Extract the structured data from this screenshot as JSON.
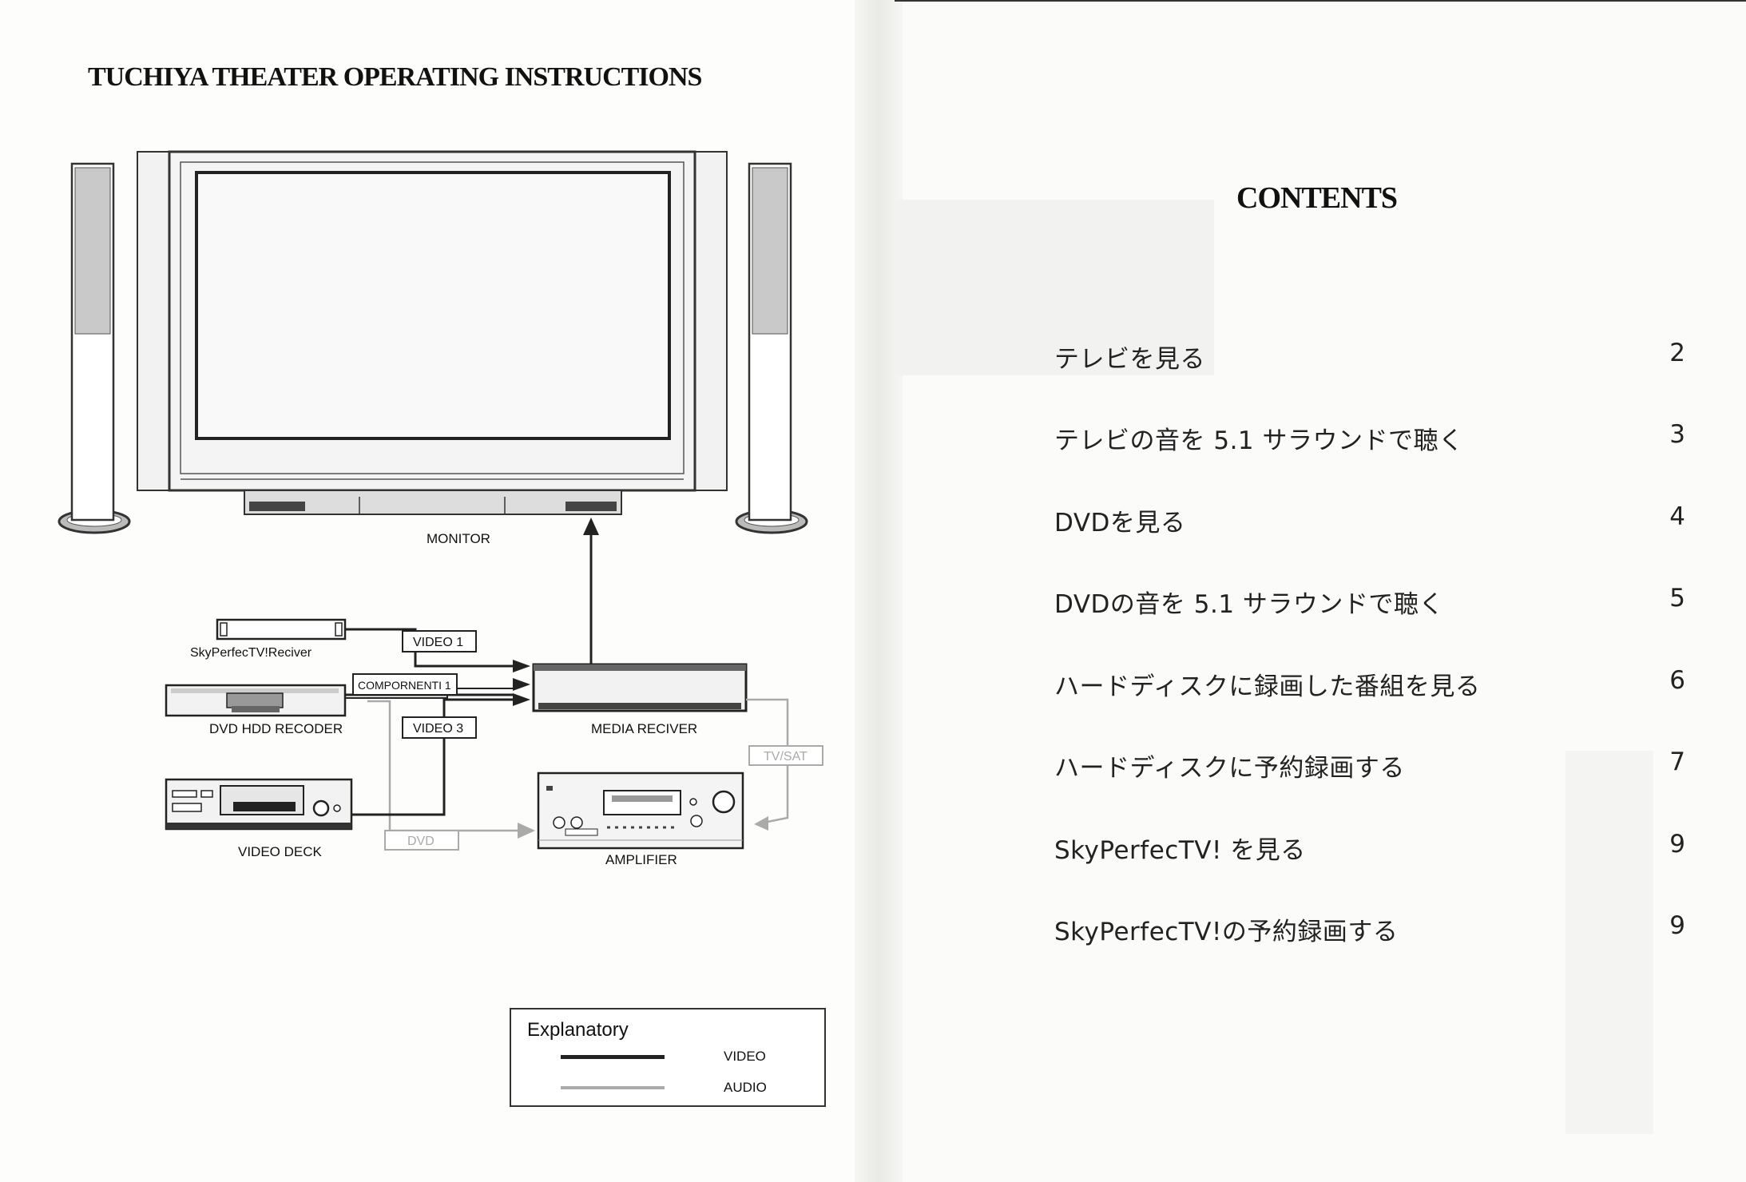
{
  "document": {
    "title": "TUCHIYA   THEATER OPERATING INSTRUCTIONS"
  },
  "diagram": {
    "devices": {
      "monitor": "MONITOR",
      "sky_receiver": "SkyPerfecTV!Reciver",
      "dvd_recorder": "DVD HDD RECODER",
      "media_receiver": "MEDIA RECIVER",
      "video_deck": "VIDEO DECK",
      "amplifier": "AMPLIFIER"
    },
    "connections": {
      "video1": "VIDEO 1",
      "component1": "COMPORNENTI 1",
      "video3": "VIDEO 3",
      "tv_sat": "TV/SAT",
      "dvd": "DVD"
    },
    "legend": {
      "title": "Explanatory",
      "video": "VIDEO",
      "audio": "AUDIO"
    },
    "colors": {
      "video_line": "#222222",
      "audio_line": "#aaaaaa"
    }
  },
  "contents": {
    "title": "CONTENTS",
    "items": [
      {
        "text": "テレビを見る",
        "page": "2"
      },
      {
        "text": "テレビの音を 5.1 サラウンドで聴く",
        "page": "3"
      },
      {
        "text": "DVDを見る",
        "page": "4"
      },
      {
        "text": "DVDの音を 5.1 サラウンドで聴く",
        "page": "5"
      },
      {
        "text": "ハードディスクに録画した番組を見る",
        "page": "6"
      },
      {
        "text": "ハードディスクに予約録画する",
        "page": "7"
      },
      {
        "text": "SkyPerfecTV! を見る",
        "page": "9"
      },
      {
        "text": "SkyPerfecTV!の予約録画する",
        "page": "9"
      }
    ]
  }
}
